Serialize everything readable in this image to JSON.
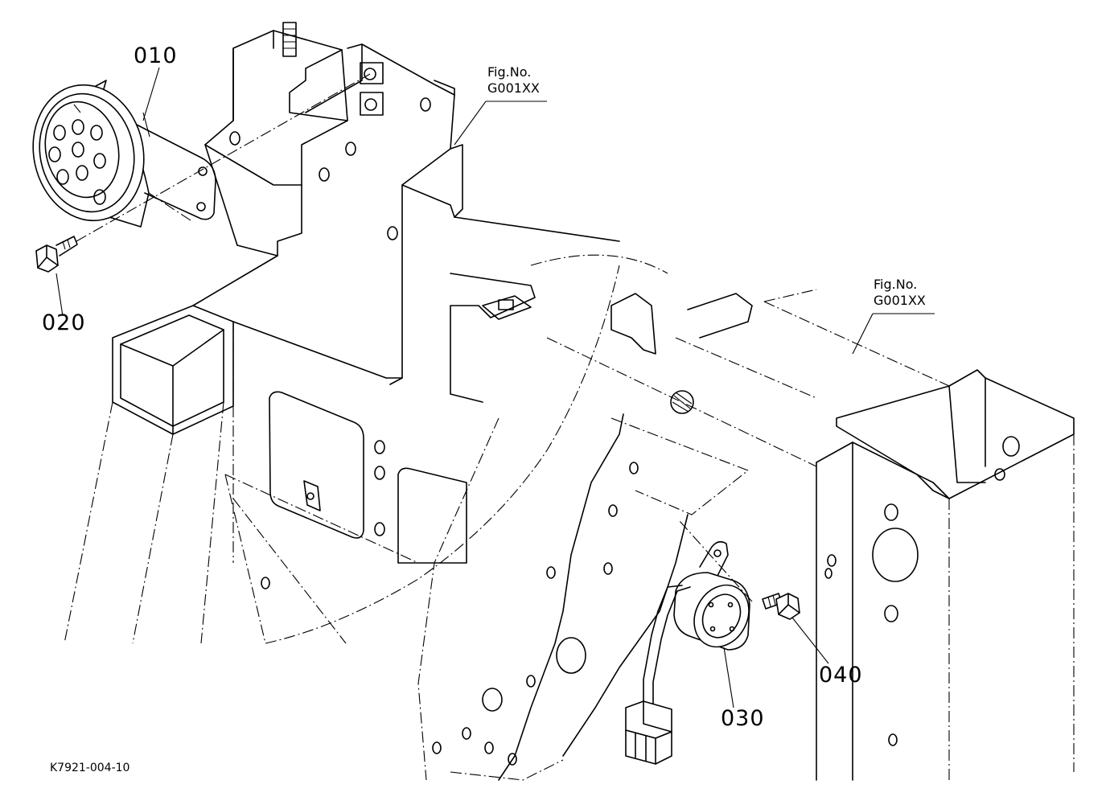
{
  "callouts": {
    "part_010": "010",
    "part_020": "020",
    "part_030": "030",
    "part_040": "040"
  },
  "fig_refs": {
    "ref1": {
      "line1": "Fig.No.",
      "line2": "G001XX"
    },
    "ref2": {
      "line1": "Fig.No.",
      "line2": "G001XX"
    }
  },
  "drawing_code": "K7921-004-10",
  "icons": [
    "horn-icon",
    "bolt-icon",
    "buzzer-icon",
    "connector-icon"
  ]
}
